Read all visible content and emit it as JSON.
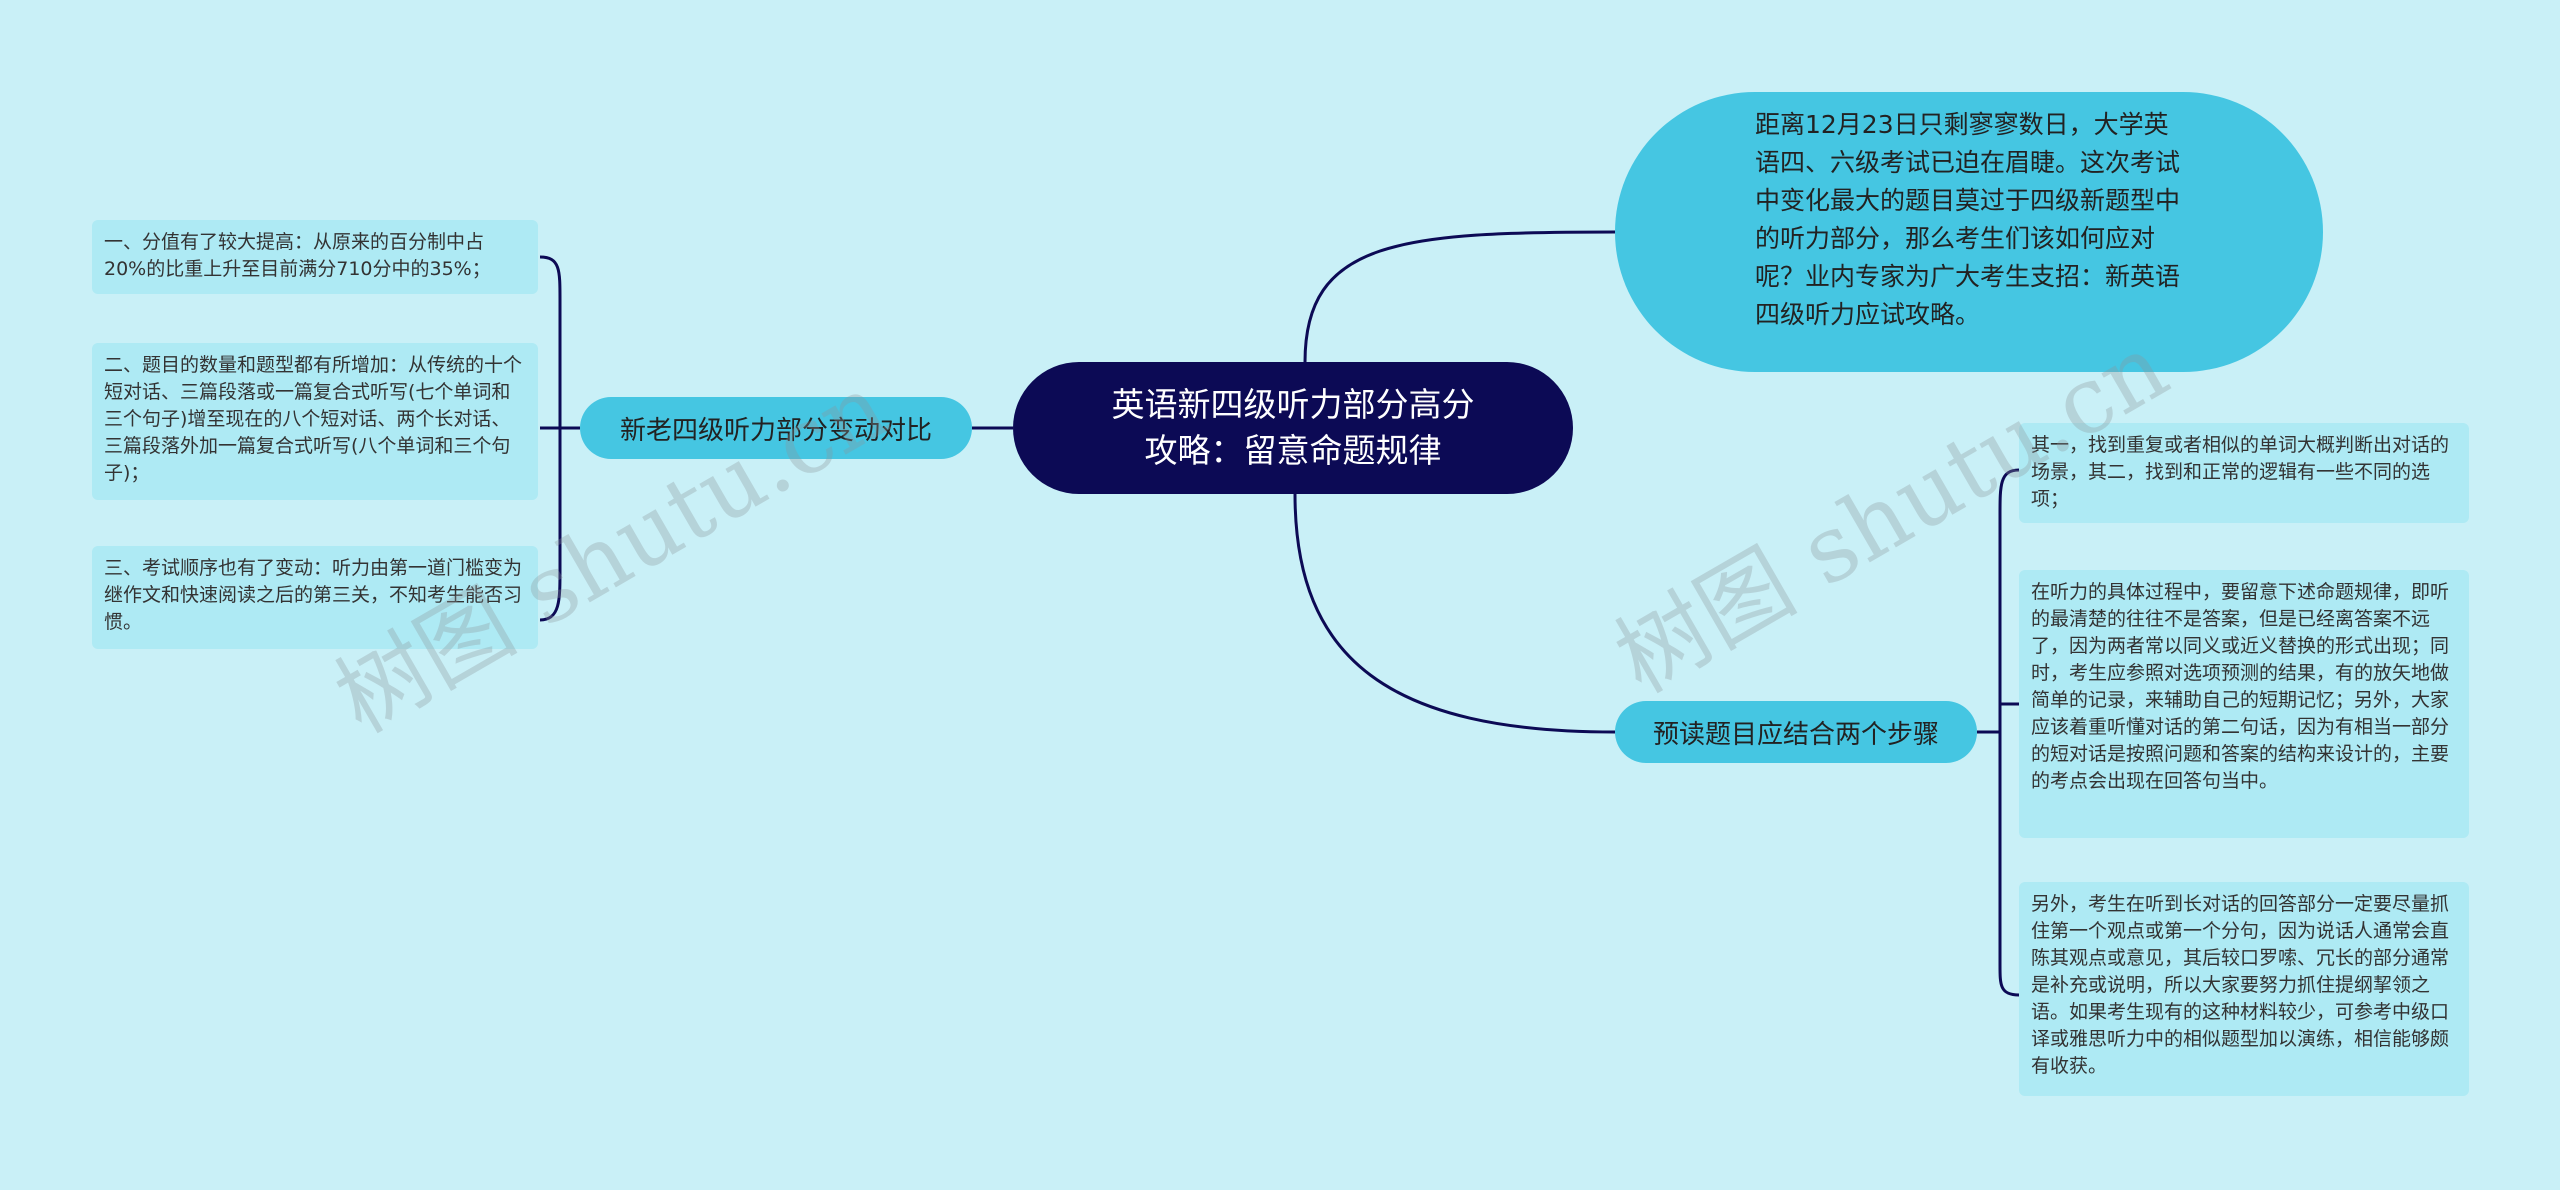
{
  "root": {
    "line1": "英语新四级听力部分高分",
    "line2": "攻略：留意命题规律"
  },
  "intro": {
    "text": "距离12月23日只剩寥寥数日，大学英语四、六级考试已迫在眉睫。这次考试中变化最大的题目莫过于四级新题型中的听力部分，那么考生们该如何应对呢？业内专家为广大考生支招：新英语四级听力应试攻略。"
  },
  "branch_left": {
    "label": "新老四级听力部分变动对比"
  },
  "branch_right": {
    "label": "预读题目应结合两个步骤"
  },
  "leaves_left": [
    "一、分值有了较大提高：从原来的百分制中占20%的比重上升至目前满分710分中的35%；",
    "二、题目的数量和题型都有所增加：从传统的十个短对话、三篇段落或一篇复合式听写(七个单词和三个句子)增至现在的八个短对话、两个长对话、三篇段落外加一篇复合式听写(八个单词和三个句子)；",
    "三、考试顺序也有了变动：听力由第一道门槛变为继作文和快速阅读之后的第三关，不知考生能否习惯。"
  ],
  "leaves_right": [
    "其一，找到重复或者相似的单词大概判断出对话的场景，其二，找到和正常的逻辑有一些不同的选项；",
    "在听力的具体过程中，要留意下述命题规律，即听的最清楚的往往不是答案，但是已经离答案不远了，因为两者常以同义或近义替换的形式出现；同时，考生应参照对选项预测的结果，有的放矢地做简单的记录，来辅助自己的短期记忆；另外，大家应该着重听懂对话的第二句话，因为有相当一部分的短对话是按照问题和答案的结构来设计的，主要的考点会出现在回答句当中。",
    "另外，考生在听到长对话的回答部分一定要尽量抓住第一个观点或第一个分句，因为说话人通常会直陈其观点或意见，其后较口罗嗦、冗长的部分通常是补充或说明，所以大家要努力抓住提纲挈领之语。如果考生现有的这种材料较少，可参考中级口译或雅思听力中的相似题型加以演练，相信能够颇有收获。"
  ],
  "watermark": "树图 shutu.cn",
  "colors": {
    "background": "#c9f0f7",
    "root": "#0c0a55",
    "branch": "#45c6e2",
    "leaf": "#aeeaf4",
    "line": "#0c0a55"
  }
}
